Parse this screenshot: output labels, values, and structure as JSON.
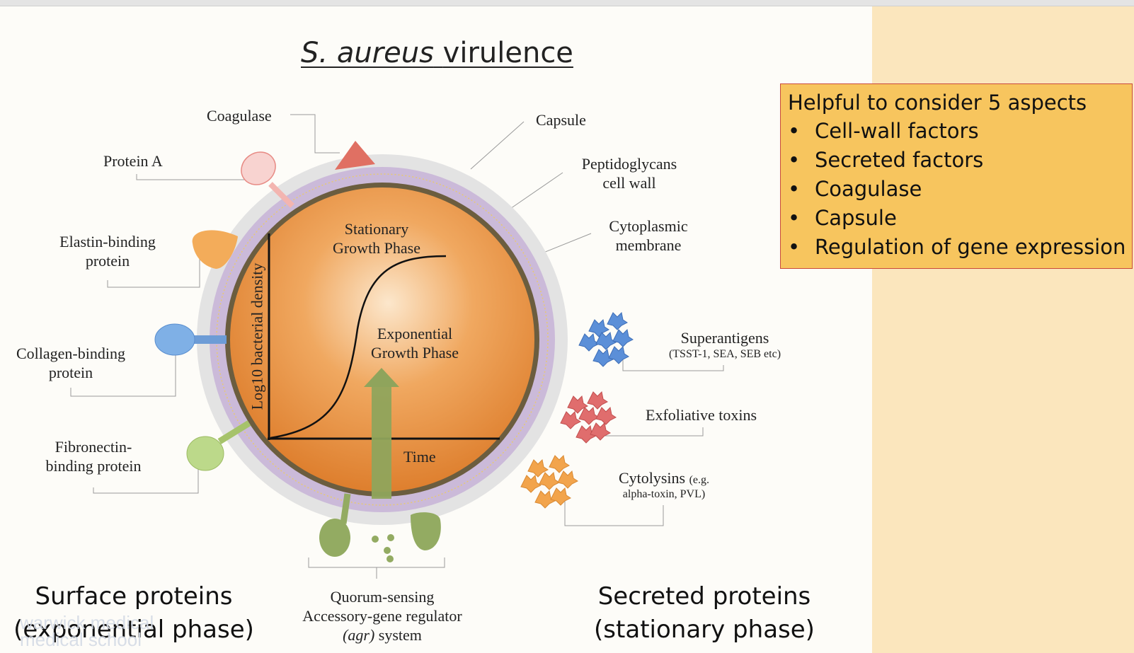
{
  "title": {
    "italic": "S. aureus",
    "rest": "virulence"
  },
  "labels": {
    "coagulase": "Coagulase",
    "protein_a": "Protein A",
    "elastin": [
      "Elastin-binding",
      "protein"
    ],
    "collagen": [
      "Collagen-binding",
      "protein"
    ],
    "fibronectin": [
      "Fibronectin-",
      "binding protein"
    ],
    "capsule": "Capsule",
    "peptidoglycans": [
      "Peptidoglycans",
      "cell wall"
    ],
    "cytoplasmic": [
      "Cytoplasmic",
      "membrane"
    ],
    "superantigens": "Superantigens",
    "superantigens_sub": "(TSST-1, SEA, SEB etc)",
    "exfoliative": "Exfoliative toxins",
    "cytolysins": "Cytolysins",
    "cytolysins_eg": "(e.g.",
    "cytolysins_sub": "alpha-toxin, PVL)",
    "stationary": [
      "Stationary",
      "Growth Phase"
    ],
    "exponential": [
      "Exponential",
      "Growth Phase"
    ],
    "yaxis": "Log10 bacterial density",
    "xaxis": "Time",
    "quorum1": "Quorum-sensing",
    "quorum2": "Accessory-gene regulator",
    "quorum3_ital": "(agr)",
    "quorum3_rest": "system"
  },
  "groups": {
    "surface": [
      "Surface proteins",
      "(exponential phase)"
    ],
    "secreted": [
      "Secreted proteins",
      "(stationary phase)"
    ]
  },
  "callout": {
    "heading": "Helpful to consider 5 aspects",
    "items": [
      "Cell-wall factors",
      "Secreted factors",
      "Coagulase",
      "Capsule",
      "Regulation of gene expression"
    ]
  },
  "watermark": [
    "warwick medical",
    "medical school"
  ],
  "colors": {
    "cell_inner": "#fbe3c4",
    "cell_outer": "#e0822e",
    "membrane": "#6b5d3f",
    "capsule_purple": "#c9b7d6",
    "capsule_outer": "#e2e2e2",
    "callout_bg": "#f7c55e",
    "callout_border": "#c94a3a",
    "superantigen": "#5b8fd8",
    "exfoliative": "#e06d6d",
    "cytolysin": "#f2a44c",
    "arrow": "#8fa45c"
  }
}
